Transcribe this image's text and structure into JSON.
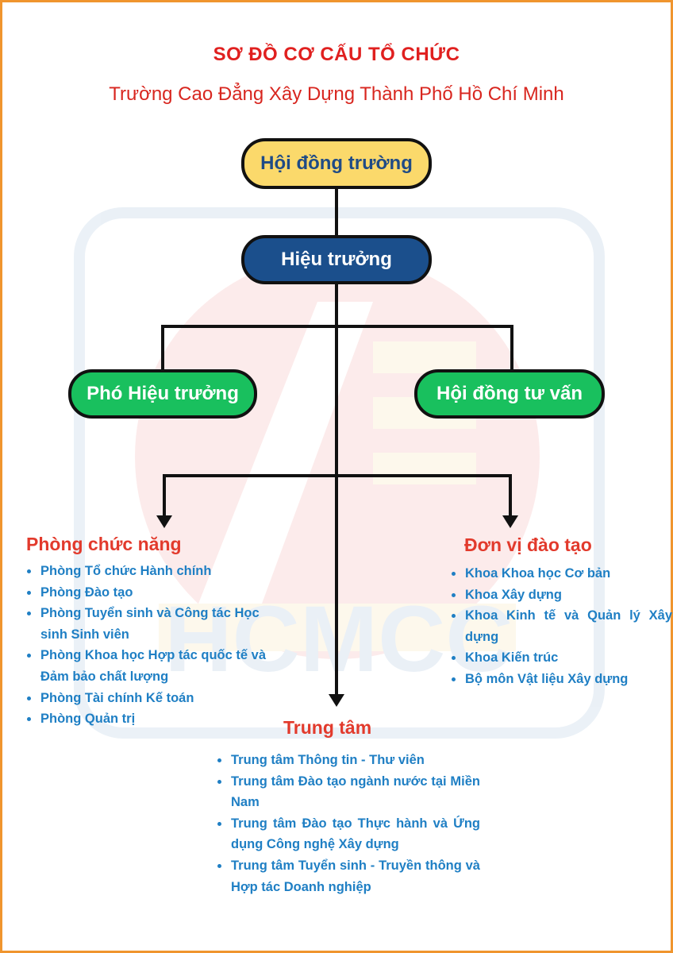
{
  "header": {
    "title": "SƠ ĐỒ CƠ CẤU TỔ CHỨC",
    "subtitle": "Trường Cao Đẳng Xây Dựng Thành Phố Hồ Chí Minh"
  },
  "nodes": {
    "board": "Hội đồng trường",
    "principal": "Hiệu trưởng",
    "vice_principal": "Phó Hiệu trưởng",
    "advisory_council": "Hội đồng tư vấn"
  },
  "functional_departments": {
    "title": "Phòng chức năng",
    "items": [
      "Phòng Tổ chức Hành chính",
      "Phòng Đào tạo",
      "Phòng Tuyển sinh và Công tác Học sinh Sinh viên",
      "Phòng Khoa học Hợp tác quốc tế  và Đảm bảo chất lượng",
      "Phòng Tài chính Kế toán",
      "Phòng Quản trị"
    ]
  },
  "training_units": {
    "title": "Đơn vị đào tạo",
    "items": [
      "Khoa Khoa học Cơ bản",
      "Khoa Xây dựng",
      "Khoa Kinh tế và Quản lý Xây dựng",
      "Khoa Kiến trúc",
      "Bộ môn Vật liệu Xây dựng"
    ]
  },
  "centers": {
    "title": "Trung tâm",
    "items": [
      "Trung tâm Thông tin - Thư viên",
      "Trung tâm Đào tạo ngành nước tại Miền Nam",
      "Trung tâm Đào tạo Thực hành và Ứng dụng Công nghệ Xây dựng",
      "Trung tâm Tuyển sinh - Truyền thông và Hợp tác Doanh nghiệp"
    ]
  },
  "watermark": {
    "text": "HCMCC",
    "colors": {
      "red": "#e8322a",
      "blue": "#1f5fa8",
      "yellow": "#f4b73a"
    }
  },
  "colors": {
    "title_red": "#e0201f",
    "border_orange": "#f0952e",
    "board_yellow": "#fbd96b",
    "principal_blue": "#1b4f8c",
    "green": "#19c05e",
    "list_blue": "#1f7fc4"
  }
}
